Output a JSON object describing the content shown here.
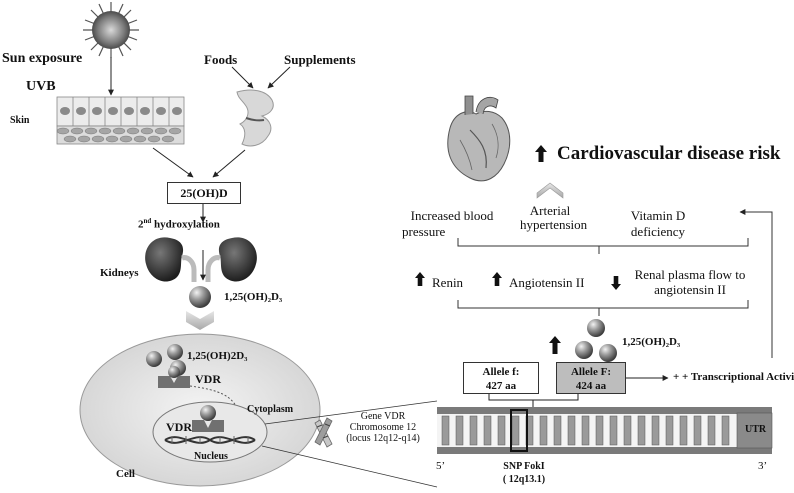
{
  "left": {
    "sun_exposure": "Sun exposure",
    "uvb": "UVB",
    "skin": "Skin",
    "foods": "Foods",
    "supplements": "Supplements",
    "metabolite_box": "25(OH)D",
    "hydroxylation_sup": "nd",
    "hydroxylation_num": "2",
    "hydroxylation_rest": " hydroxylation",
    "kidneys": "Kidneys",
    "active_form": "1,25(OH)₂D₃",
    "cell_active_form": "1,25(OH)2D₃",
    "vdr_cytoplasm": "VDR",
    "vdr_nucleus": "VDR",
    "cytoplasm": "Cytoplasm",
    "nucleus": "Nucleus",
    "cell": "Cell",
    "gene_line1": "Gene VDR",
    "gene_line2": "Chromosome 12",
    "gene_line3": "(locus 12q12-q14)"
  },
  "right": {
    "cvd_risk": "Cardiovascular disease risk",
    "arterial_hypertension_1": "Arterial",
    "arterial_hypertension_2": "hypertension",
    "increased_bp_1": "Increased blood",
    "increased_bp_2": "pressure",
    "vitd_deficiency_1": "Vitamin D",
    "vitd_deficiency_2": "deficiency",
    "renin": "Renin",
    "angiotensin": "Angiotensin II",
    "renal_flow_1": "Renal plasma flow to",
    "renal_flow_2": "angiotensin II",
    "active_form": "1,25(OH)₂D₃",
    "allele_f_1": "Allele f:",
    "allele_f_2": "427 aa",
    "allele_F_1": "Allele F:",
    "allele_F_2": "424 aa",
    "transcriptional": "+ + Transcriptional  Activity",
    "utr": "UTR",
    "five_prime": "5’",
    "three_prime": "3’",
    "snp_1": "SNP FokI",
    "snp_2": "( 12q13.1)"
  }
}
